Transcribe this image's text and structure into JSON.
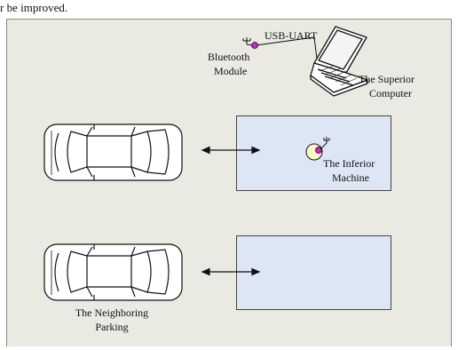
{
  "caption_fragment": "r be improved.",
  "labels": {
    "usb_uart": "USB-UART",
    "bluetooth_line1": "Bluetooth",
    "bluetooth_line2": "Module",
    "superior_line1": "The Superior",
    "superior_line2": "Computer",
    "inferior_line1": "The Inferior",
    "inferior_line2": "Machine",
    "neighboring_line1": "The Neighboring",
    "neighboring_line2": "Parking"
  },
  "colors": {
    "background": "#eaeae2",
    "box_fill": "#dde6f5",
    "module_dot": "#d21fd2"
  },
  "icons": [
    "antenna-icon",
    "laptop-icon",
    "car-icon",
    "double-arrow-icon"
  ]
}
